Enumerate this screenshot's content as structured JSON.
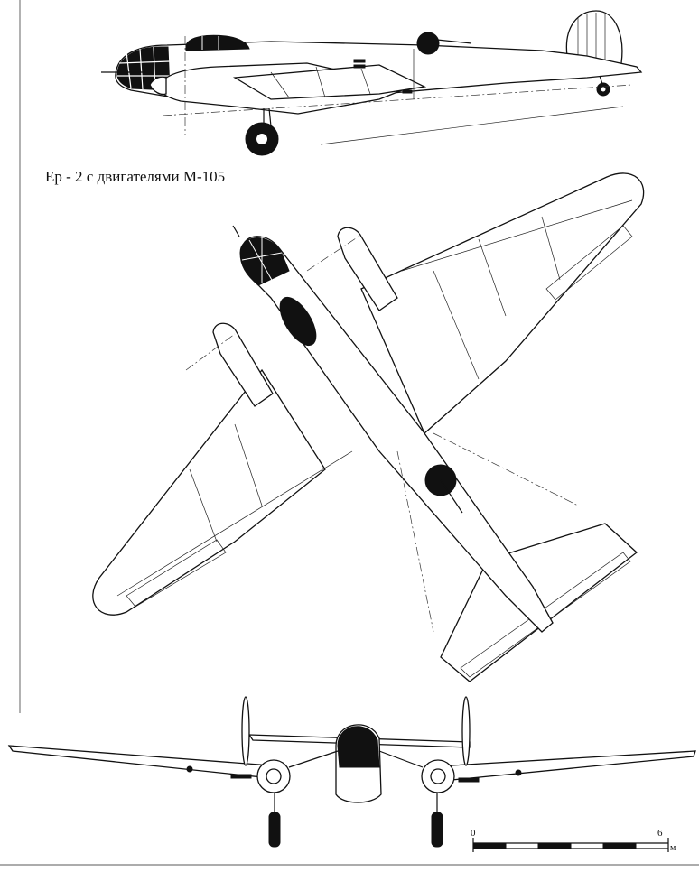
{
  "drawing": {
    "caption": "Ер - 2 с двигателями М-105",
    "views": [
      "side-view",
      "top-view",
      "front-view"
    ]
  },
  "scale_bar": {
    "start_label": "0",
    "end_label": "6",
    "unit_label": "м"
  },
  "colors": {
    "line": "#111111",
    "background": "#ffffff"
  }
}
